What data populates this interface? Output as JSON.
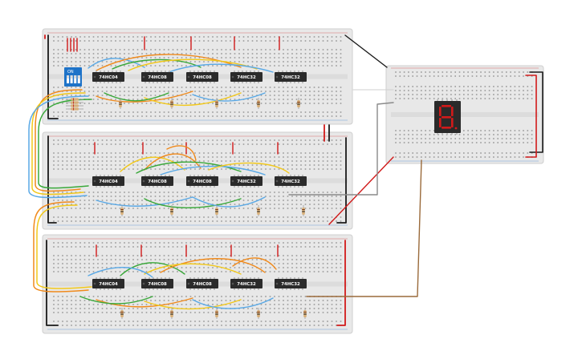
{
  "canvas": {
    "background": "#ffffff"
  },
  "boards": [
    {
      "id": "board-1",
      "chips": [
        "74HC04",
        "74HC08",
        "74HC08",
        "74HC32",
        "74HC32"
      ],
      "has_dip_switch": true
    },
    {
      "id": "board-2",
      "chips": [
        "74HC04",
        "74HC08",
        "74HC08",
        "74HC32",
        "74HC32"
      ],
      "has_dip_switch": false
    },
    {
      "id": "board-3",
      "chips": [
        "74HC04",
        "74HC08",
        "74HC08",
        "74HC32",
        "74HC32"
      ],
      "has_dip_switch": false
    }
  ],
  "dip_switch": {
    "label": "ON",
    "positions": 4,
    "color": "#1e73c8"
  },
  "seven_segment": {
    "display_text": "8.",
    "segment_color": "#d11a1a",
    "body_color": "#2a2a2a"
  },
  "colors": {
    "board": "#e8e8e8",
    "board_edge": "#cfcfcf",
    "rail_red": "#d11a1a",
    "rail_blue": "#1f6fd1",
    "chip": "#2b2b2b",
    "wire_red": "#d11a1a",
    "wire_black": "#1a1a1a",
    "wire_orange": "#f08a1c",
    "wire_yellow": "#f2c81a",
    "wire_green": "#3aa83a",
    "wire_blue": "#5aa9e6",
    "wire_brown": "#9a6a3a",
    "wire_gray": "#8a8a8a"
  }
}
